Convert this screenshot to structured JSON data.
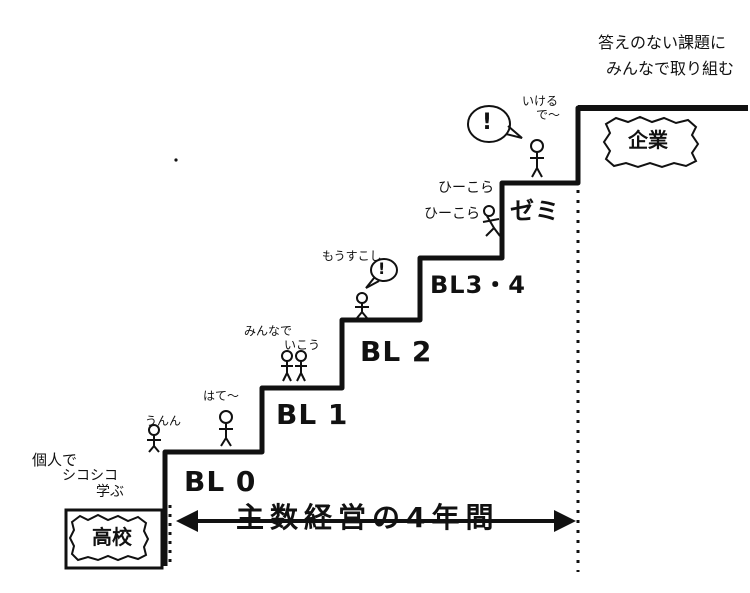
{
  "levels": {
    "bl0": "BL 0",
    "bl1": "BL 1",
    "bl2": "BL 2",
    "bl34": "BL3・4",
    "zemi": "ゼミ"
  },
  "start_box": "高校",
  "goal_box": "企業",
  "axis_label": "主数経営の4年間",
  "goal_caption": {
    "line1": "答えのない課題に",
    "line2": "みんなで取り組む"
  },
  "voices": {
    "kojin_line1": "個人で",
    "kojin_line2": "シコシコ",
    "kojin_line3": "学ぶ",
    "unnn": "うんん",
    "hate": "はて〜",
    "minna_line1": "みんなで",
    "minna_line2": "いこう",
    "mousukoshi": "もうすこし",
    "hiikou_line1": "ひーこら",
    "hiikou_line2": "ひーこら",
    "ikeru_line1": "いける",
    "ikeru_line2": "で〜"
  },
  "bubbles": {
    "small": "!",
    "large": "!"
  }
}
